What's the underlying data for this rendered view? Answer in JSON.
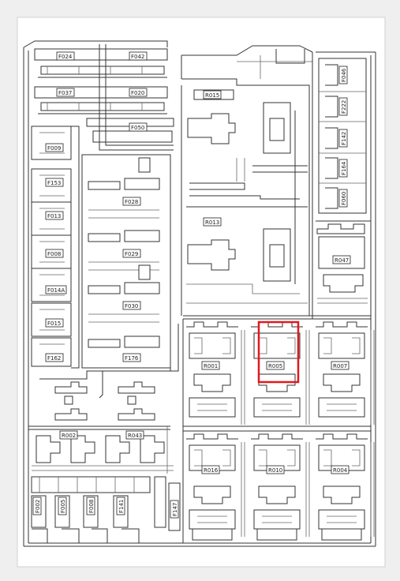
{
  "colors": {
    "background": "#efefef",
    "panel": "#ffffff",
    "line": "#333333",
    "highlight": "#e0191f"
  },
  "highlight": {
    "target": "R005"
  },
  "labels": {
    "F024": "F024",
    "F042": "F042",
    "F037": "F037",
    "F020": "F020",
    "F050": "F050",
    "R015": "R015",
    "R013": "R013",
    "F009": "F009",
    "F153": "F153",
    "F013": "F013",
    "F008": "F008",
    "F014A": "F014A",
    "F015": "F015",
    "F162": "F162",
    "F028": "F028",
    "F029": "F029",
    "F030": "F030",
    "F176": "F176",
    "F046": "F046",
    "F222": "F222",
    "F142": "F142",
    "F164": "F164",
    "F060": "F060",
    "R047": "R047",
    "R001": "R001",
    "R005": "R005",
    "R007": "R007",
    "R002": "R002",
    "R043": "R043",
    "R016": "R016",
    "R010": "R010",
    "R004": "R004",
    "F002": "F002",
    "F005": "F005",
    "F008b": "F008",
    "F141": "F141",
    "F147": "F147"
  }
}
